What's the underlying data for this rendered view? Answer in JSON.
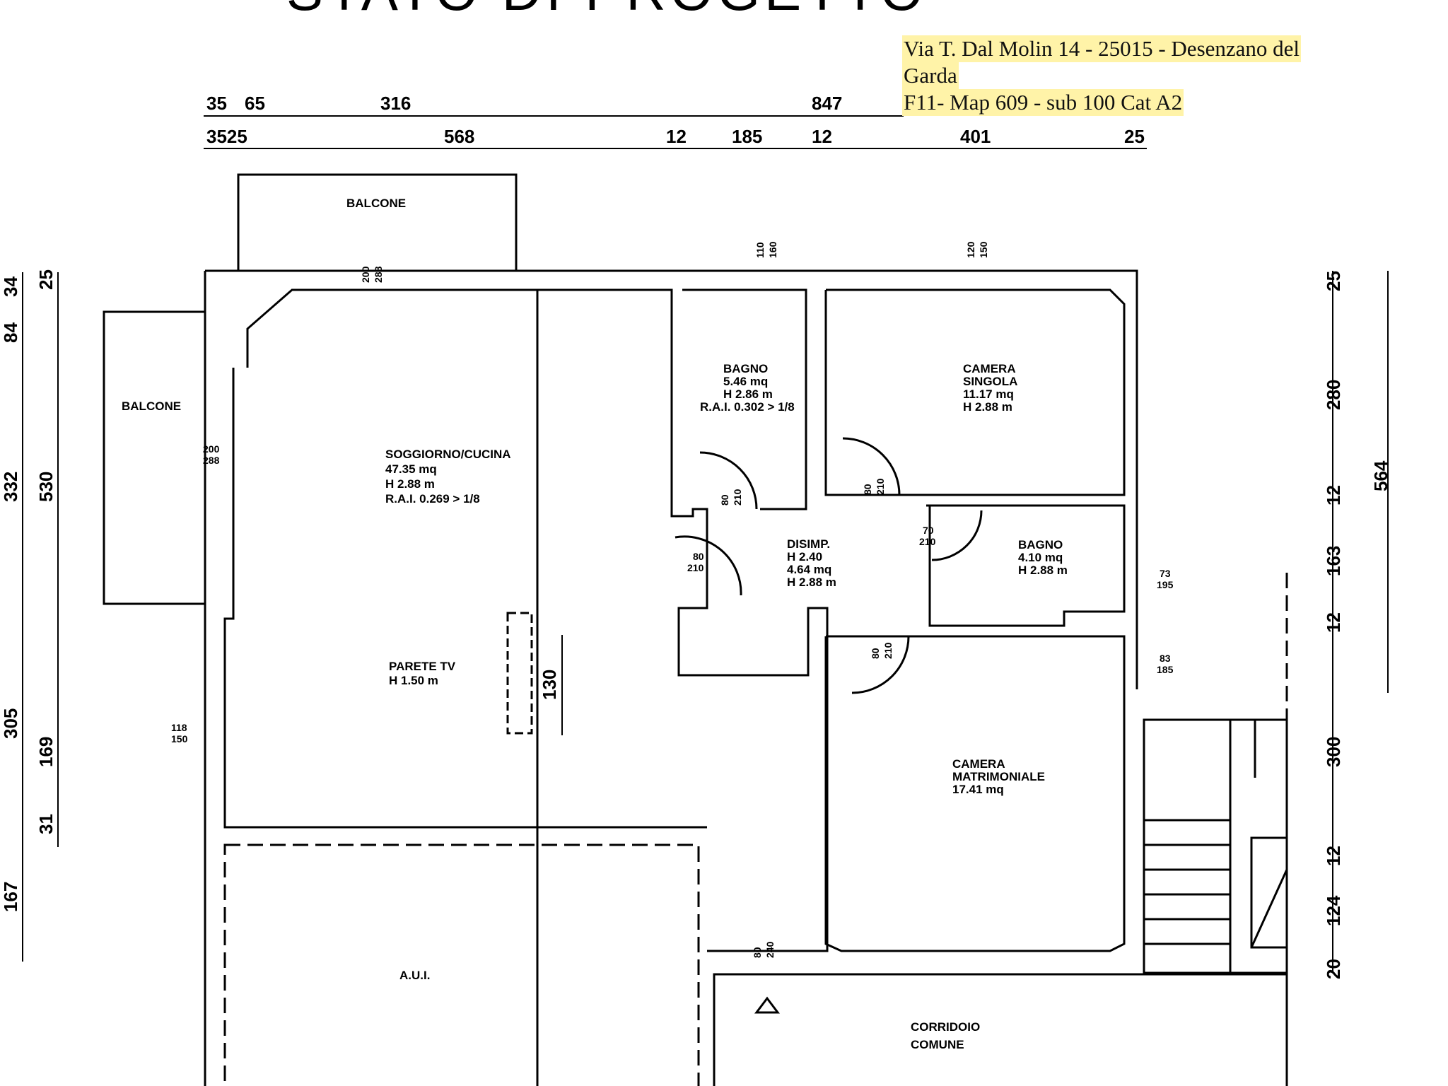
{
  "header": {
    "title": "STATO DI PROGETTO",
    "address_line1": "Via T. Dal Molin 14 - 25015 - Desenzano del",
    "address_line2": "Garda",
    "cadastral": "F11- Map 609 - sub 100 Cat A2"
  },
  "dimensions": {
    "top_row1": [
      "35",
      "65",
      "316",
      "847"
    ],
    "top_row2": [
      "3525",
      "568",
      "12",
      "185",
      "12",
      "401",
      "25"
    ],
    "left_outer": [
      "34",
      "84",
      "332",
      "305",
      "167"
    ],
    "left_inner": [
      "25",
      "530",
      "169",
      "31"
    ],
    "right": [
      "25",
      "280",
      "12",
      "163",
      "12",
      "300",
      "12",
      "124",
      "20"
    ],
    "right_total": "564",
    "tv_wall": "130"
  },
  "rooms": {
    "balcone_top": "BALCONE",
    "balcone_left": "BALCONE",
    "soggiorno": [
      "SOGGIORNO/CUCINA",
      "47.35 mq",
      "H 2.88 m",
      "R.A.I. 0.269 > 1/8"
    ],
    "bagno1": [
      "BAGNO",
      "5.46 mq",
      "H 2.86 m",
      "R.A.I. 0.302 > 1/8"
    ],
    "camera_singola": [
      "CAMERA",
      "SINGOLA",
      "11.17 mq",
      "H 2.88 m"
    ],
    "disimp": [
      "DISIMP.",
      "H 2.40",
      "4.64 mq",
      "H 2.88 m"
    ],
    "bagno2": [
      "BAGNO",
      "4.10 mq",
      "H 2.88 m"
    ],
    "camera_matrimoniale": [
      "CAMERA",
      "MATRIMONIALE",
      "17.41 mq"
    ],
    "parete_tv": [
      "PARETE TV",
      "H 1.50 m"
    ],
    "aui": "A.U.I.",
    "corridoio": [
      "CORRIDOIO",
      "COMUNE"
    ]
  },
  "openings": {
    "balcone_door": [
      "200",
      "288"
    ],
    "left_door": [
      "200",
      "288"
    ],
    "window_left": [
      "118",
      "150"
    ],
    "window_bagno": [
      "110",
      "160"
    ],
    "window_camera": [
      "120",
      "150"
    ],
    "door_bagno": [
      "80",
      "210"
    ],
    "door_soggiorno": [
      "80",
      "210"
    ],
    "door_camera_s": [
      "80",
      "210"
    ],
    "door_bagno2": [
      "70",
      "210"
    ],
    "window_bagno2": [
      "73",
      "195"
    ],
    "window_matr": [
      "83",
      "185"
    ],
    "door_matr": [
      "80",
      "210"
    ],
    "door_entry": [
      "80",
      "240"
    ]
  }
}
